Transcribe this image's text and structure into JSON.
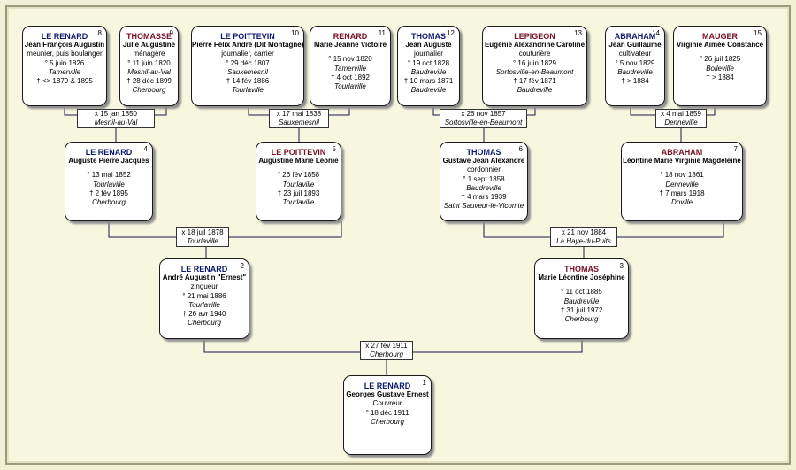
{
  "people": {
    "p1": {
      "num": "1",
      "surname": "LE RENARD",
      "given": "Georges Gustave Ernest",
      "occupation": "Couvreur",
      "birth": "° 18 déc 1911",
      "birth_place": "Cherbourg"
    },
    "p2": {
      "num": "2",
      "surname": "LE RENARD",
      "given": "André Augustin \"Ernest\"",
      "occupation": "zingueur",
      "birth": "° 21 mai 1886",
      "birth_place": "Tourlaville",
      "death": "† 26 avr 1940",
      "death_place": "Cherbourg"
    },
    "p3": {
      "num": "3",
      "surname": "THOMAS",
      "given": "Marie Léontine Joséphine",
      "birth": "° 11 oct 1885",
      "birth_place": "Baudreville",
      "death": "† 31 juil 1972",
      "death_place": "Cherbourg"
    },
    "p4": {
      "num": "4",
      "surname": "LE RENARD",
      "given": "Auguste Pierre Jacques",
      "birth": "° 13 mai 1852",
      "birth_place": "Tourlaville",
      "death": "† 2 fév 1895",
      "death_place": "Cherbourg"
    },
    "p5": {
      "num": "5",
      "surname": "LE POITTEVIN",
      "given": "Augustine Marie Léonie",
      "birth": "° 26 fév 1858",
      "birth_place": "Tourlaville",
      "death": "† 23 juil 1893",
      "death_place": "Tourlaville"
    },
    "p6": {
      "num": "6",
      "surname": "THOMAS",
      "given": "Gustave Jean Alexandre",
      "occupation": "cordonnier",
      "birth": "° 1 sept 1858",
      "birth_place": "Baudreville",
      "death": "† 4 mars 1939",
      "death_place": "Saint Sauveur-le-Vicomte"
    },
    "p7": {
      "num": "7",
      "surname": "ABRAHAM",
      "given": "Léontine Marie Virginie Magdeleine",
      "birth": "° 18 nov 1861",
      "birth_place": "Denneville",
      "death": "† 7 mars 1918",
      "death_place": "Doville"
    },
    "p8": {
      "num": "8",
      "surname": "LE RENARD",
      "given": "Jean François Augustin",
      "occupation": "meunier, puis boulanger",
      "birth": "° 5 juin 1826",
      "birth_place": "Tamerville",
      "death": "† <> 1879 & 1895"
    },
    "p9": {
      "num": "9",
      "surname": "THOMASSE",
      "given": "Julie Augustine",
      "occupation": "ménagère",
      "birth": "° 11 juin 1820",
      "birth_place": "Mesnil-au-Val",
      "death": "† 28 déc 1899",
      "death_place": "Cherbourg"
    },
    "p10": {
      "num": "10",
      "surname": "LE POITTEVIN",
      "given": "Pierre Félix André (Dit Montagne)",
      "occupation": "journalier, carrier",
      "birth": "° 29 déc 1807",
      "birth_place": "Sauxemesnil",
      "death": "† 14 fév 1886",
      "death_place": "Tourlaville"
    },
    "p11": {
      "num": "11",
      "surname": "RENARD",
      "given": "Marie Jeanne Victoire",
      "birth": "° 15 nov 1820",
      "birth_place": "Tamerville",
      "death": "† 4 oct 1892",
      "death_place": "Tourlaville"
    },
    "p12": {
      "num": "12",
      "surname": "THOMAS",
      "given": "Jean Auguste",
      "occupation": "journalier",
      "birth": "° 19 oct 1828",
      "birth_place": "Baudreville",
      "death": "† 10 mars 1871",
      "death_place": "Baudreville"
    },
    "p13": {
      "num": "13",
      "surname": "LEPIGEON",
      "given": "Eugénie Alexandrine Caroline",
      "occupation": "couturière",
      "birth": "° 16 juin 1829",
      "birth_place": "Sortosville-en-Beaumont",
      "death": "† 17 fév 1871",
      "death_place": "Baudreville"
    },
    "p14": {
      "num": "14",
      "surname": "ABRAHAM",
      "given": "Jean Guillaume",
      "occupation": "cultivateur",
      "birth": "° 5 nov 1829",
      "birth_place": "Baudreville",
      "death": "† > 1884"
    },
    "p15": {
      "num": "15",
      "surname": "MAUGER",
      "given": "Virginie Aimée Constance",
      "birth": "° 26 juil 1825",
      "birth_place": "Bolleville",
      "death": "† > 1884"
    }
  },
  "marriages": {
    "m8_9": {
      "date": "x 15 jan 1850",
      "place": "Mesnil-au-Val"
    },
    "m10_11": {
      "date": "x 17 mai 1838",
      "place": "Sauxemesnil"
    },
    "m12_13": {
      "date": "x 26 nov 1857",
      "place": "Sortosville-en-Beaumont"
    },
    "m14_15": {
      "date": "x 4 mai 1859",
      "place": "Denneville"
    },
    "m4_5": {
      "date": "x 18 juil 1878",
      "place": "Tourlaville"
    },
    "m6_7": {
      "date": "x 21 nov 1884",
      "place": "La Haye-du-Puits"
    },
    "m2_3": {
      "date": "x 27 fév 1911",
      "place": "Cherbourg"
    }
  },
  "colors": {
    "male": "#0b1a6e",
    "female": "#7a0f24",
    "background": "#f2f1d8",
    "line": "#1a1a4a"
  }
}
